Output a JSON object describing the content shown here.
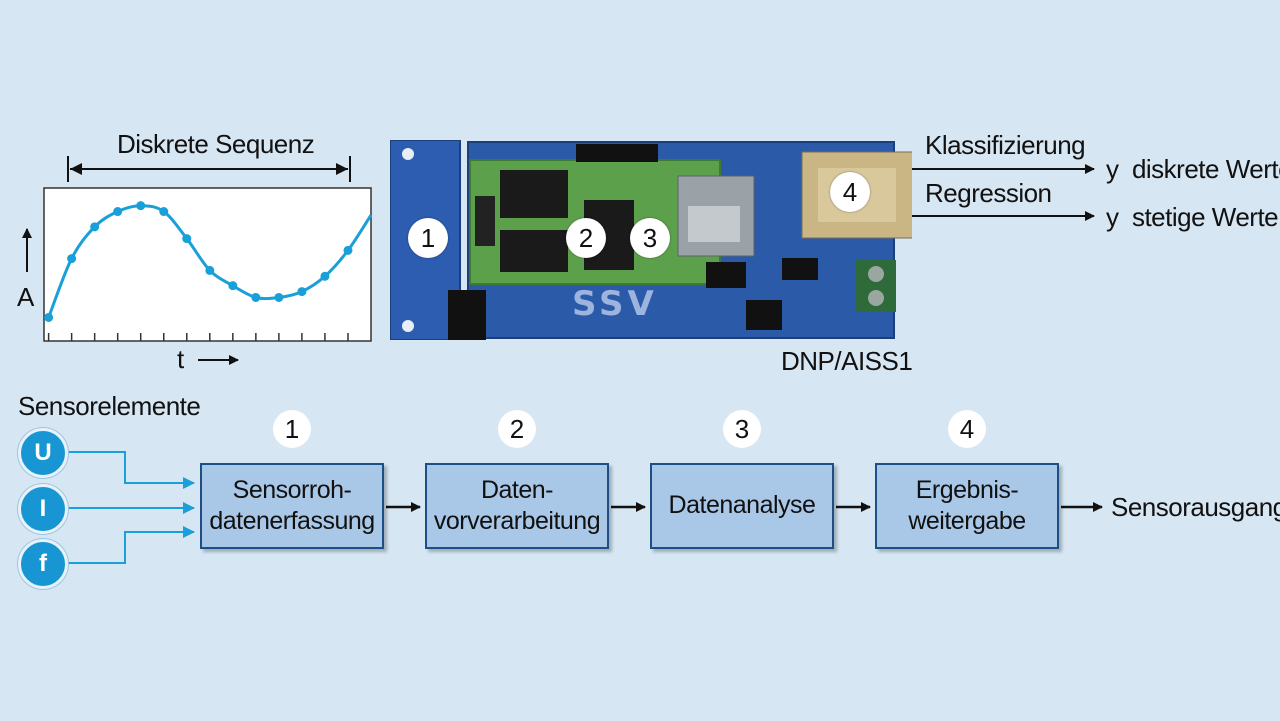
{
  "chart_data": {
    "type": "line",
    "title": "Diskrete Sequenz",
    "xlabel": "t",
    "ylabel": "A",
    "x": [
      0,
      1,
      2,
      3,
      4,
      5,
      6,
      7,
      8,
      9,
      10,
      11,
      12,
      13
    ],
    "y": [
      0.05,
      0.55,
      0.82,
      0.95,
      1.0,
      0.95,
      0.72,
      0.45,
      0.32,
      0.22,
      0.22,
      0.27,
      0.4,
      0.62
    ],
    "xlim": [
      -0.2,
      14.0
    ],
    "ylim": [
      -0.15,
      1.15
    ],
    "grid": false
  },
  "board": {
    "silkscreen": "SSV",
    "label": "DNP/AISS1",
    "markers": [
      "1",
      "2",
      "3",
      "4"
    ]
  },
  "outputs": {
    "classification": "Klassifizierung",
    "regression": "Regression",
    "discrete": "y  diskrete Werte",
    "continuous": "y  stetige Werte"
  },
  "sensors": {
    "title": "Sensorelemente",
    "items": [
      "U",
      "I",
      "f"
    ]
  },
  "pipeline": {
    "steps": [
      {
        "number": "1",
        "line1": "Sensorroh-",
        "line2": "datenerfassung"
      },
      {
        "number": "2",
        "line1": "Daten-",
        "line2": "vorverarbeitung"
      },
      {
        "number": "3",
        "line1": "Datenanalyse",
        "line2": ""
      },
      {
        "number": "4",
        "line1": "Ergebnis-",
        "line2": "weitergabe"
      }
    ],
    "output_label": "Sensorausgang"
  },
  "colors": {
    "background": "#d6e6f3",
    "curve": "#1aa0d8",
    "stage_fill": "#a9c7e7",
    "stage_border": "#1c4f84",
    "sensor": "#1796d3",
    "board": "#2b5aa8"
  }
}
